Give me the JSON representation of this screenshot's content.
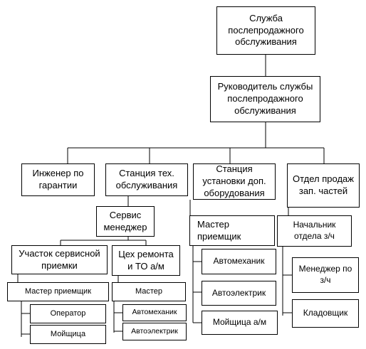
{
  "nodes": {
    "root": "Служба послепродажного обслуживания",
    "head": "Руководитель службы послепродажного обслуживания",
    "warranty_engineer": "Инженер по гарантии",
    "service_station": "Станция тех. обслуживания",
    "install_station": "Станция установки доп. оборудования",
    "parts_sales": "Отдел продаж зап. частей",
    "service_manager": "Сервис менеджер",
    "reception_area": "Участок сервисной приемки",
    "repair_shop": "Цех ремонта и ТО а/м",
    "reception_master": "Мастер приемщик",
    "operator": "Оператор",
    "washer_1": "Мойщица",
    "master": "Мастер",
    "mechanic_1": "Автомеханик",
    "electrician_1": "Автоэлектрик",
    "install_master": "Мастер приемщик",
    "mechanic_2": "Автомеханик",
    "electrician_2": "Автоэлектрик",
    "washer_2": "Мойщица а/м",
    "parts_head": "Начальник отдела з/ч",
    "parts_manager": "Менеджер по з/ч",
    "storekeeper": "Кладовщик"
  }
}
